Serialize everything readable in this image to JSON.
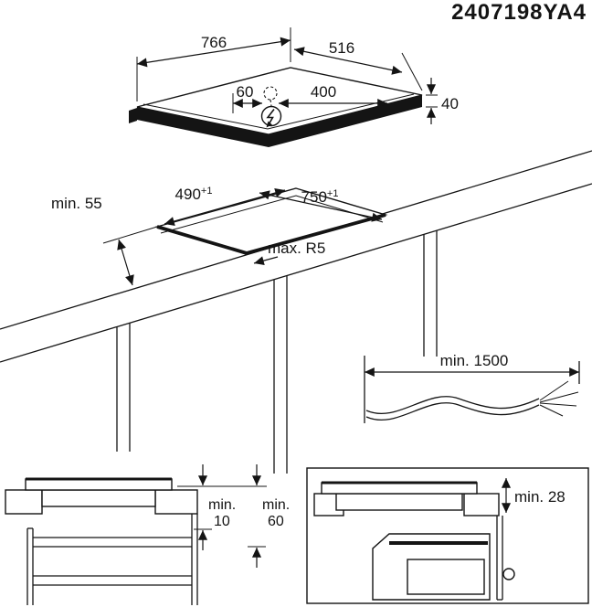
{
  "part_number": "2407198YA4",
  "hob": {
    "width": "766",
    "depth": "516",
    "connection_offset": "60",
    "connection_distance": "400",
    "thickness": "40"
  },
  "cutout": {
    "depth": "490",
    "depth_tol": "+1",
    "width": "750",
    "width_tol": "+1",
    "front_clearance": "min. 55",
    "corner_radius": "max. R5"
  },
  "cable": {
    "length": "min. 1500"
  },
  "below_clearances": {
    "drawer_label": "min.",
    "drawer_value": "10",
    "cabinet_label": "min.",
    "cabinet_value": "60",
    "oven": "min. 28"
  }
}
